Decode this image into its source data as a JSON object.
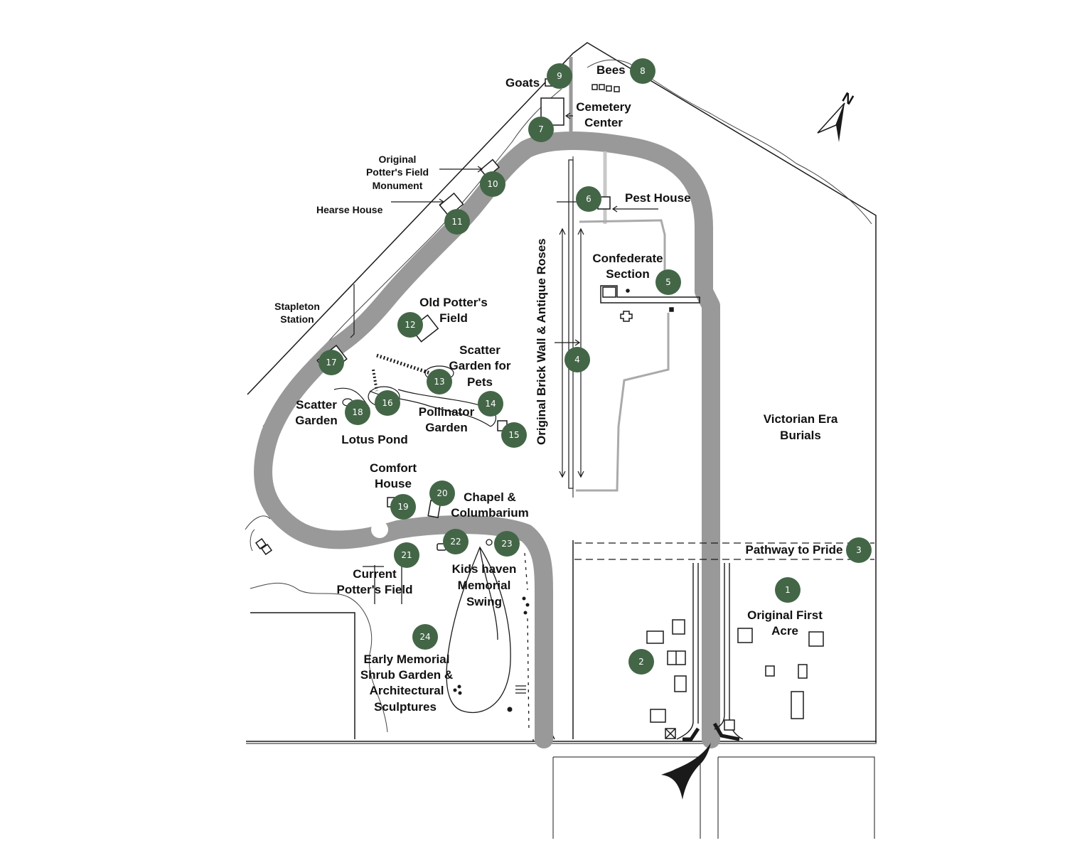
{
  "colors": {
    "path": "#999999",
    "marker": "#436647",
    "line": "#1a1a1a",
    "background": "#ffffff"
  },
  "icons": {
    "north_arrow": "north-arrow-icon",
    "entrance_arrow": "entrance-arrow-icon"
  },
  "compass": {
    "label": "N"
  },
  "labels": {
    "bees": "Bees",
    "goats": "Goats",
    "cemetery_center_1": "Cemetery",
    "cemetery_center_2": "Center",
    "potters_monument_1": "Original",
    "potters_monument_2": "Potter's Field",
    "potters_monument_3": "Monument",
    "hearse_house": "Hearse House",
    "pest_house": "Pest House",
    "confederate_1": "Confederate",
    "confederate_2": "Section",
    "old_potters_1": "Old Potter's",
    "old_potters_2": "Field",
    "stapleton_1": "Stapleton",
    "stapleton_2": "Station",
    "scatter_pets_1": "Scatter",
    "scatter_pets_2": "Garden for",
    "scatter_pets_3": "Pets",
    "brick_wall": "Original Brick Wall & Antique Roses",
    "scatter_garden_1": "Scatter",
    "scatter_garden_2": "Garden",
    "pollinator_1": "Pollinator",
    "pollinator_2": "Garden",
    "lotus_pond": "Lotus Pond",
    "victorian_1": "Victorian Era",
    "victorian_2": "Burials",
    "comfort_1": "Comfort",
    "comfort_2": "House",
    "chapel_1": "Chapel &",
    "chapel_2": "Columbarium",
    "pathway_pride": "Pathway to Pride",
    "current_potters_1": "Current",
    "current_potters_2": "Potter's Field",
    "kids_haven_1": "Kids haven",
    "kids_haven_2": "Memorial",
    "kids_haven_3": "Swing",
    "original_acre_1": "Original First",
    "original_acre_2": "Acre",
    "early_memorial_1": "Early Memorial",
    "early_memorial_2": "Shrub Garden &",
    "early_memorial_3": "Architectural",
    "early_memorial_4": "Sculptures"
  },
  "markers": [
    "1",
    "2",
    "3",
    "4",
    "5",
    "6",
    "7",
    "8",
    "9",
    "10",
    "11",
    "12",
    "13",
    "14",
    "15",
    "16",
    "17",
    "18",
    "19",
    "20",
    "21",
    "22",
    "23",
    "24"
  ]
}
